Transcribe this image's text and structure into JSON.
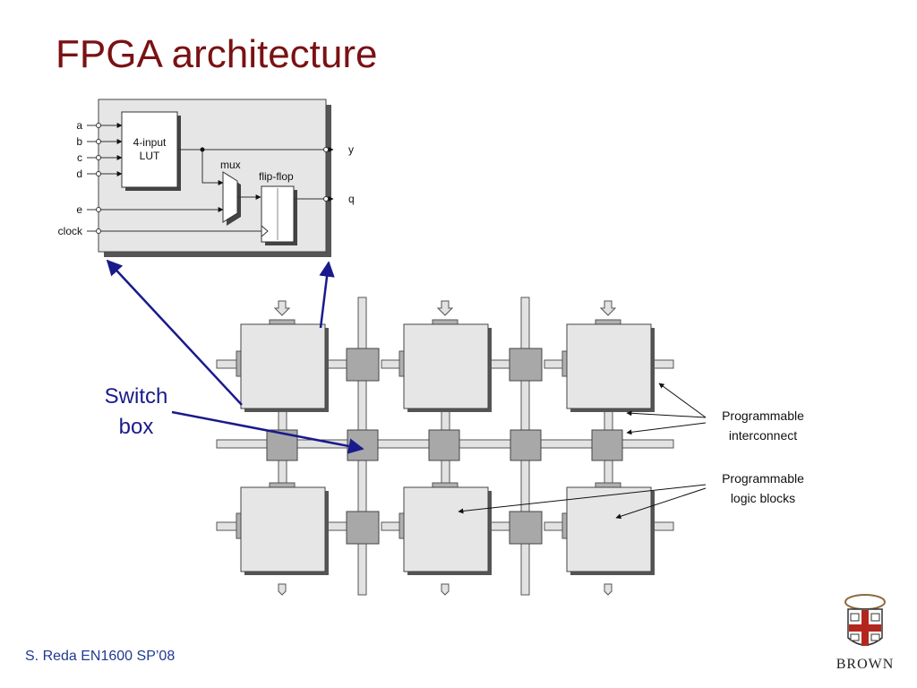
{
  "slide": {
    "title": "FPGA architecture",
    "footer": "S. Reda EN1600 SP’08"
  },
  "logic_block": {
    "inputs": [
      "a",
      "b",
      "c",
      "d",
      "e",
      "clock"
    ],
    "lut_line1": "4-input",
    "lut_line2": "LUT",
    "mux_label": "mux",
    "ff_label": "flip-flop",
    "outputs": [
      "y",
      "q"
    ]
  },
  "annotations": {
    "switch_box_line1": "Switch",
    "switch_box_line2": "box",
    "interconnect_line1": "Programmable",
    "interconnect_line2": "interconnect",
    "logic_blocks_line1": "Programmable",
    "logic_blocks_line2": "logic blocks"
  },
  "logo": {
    "text": "BROWN"
  },
  "colors": {
    "title": "#7a1113",
    "footer": "#1f3a93",
    "pointer": "#1a1a8c",
    "block_fill": "#e6e6e6",
    "switch_fill": "#a8a8a8"
  }
}
